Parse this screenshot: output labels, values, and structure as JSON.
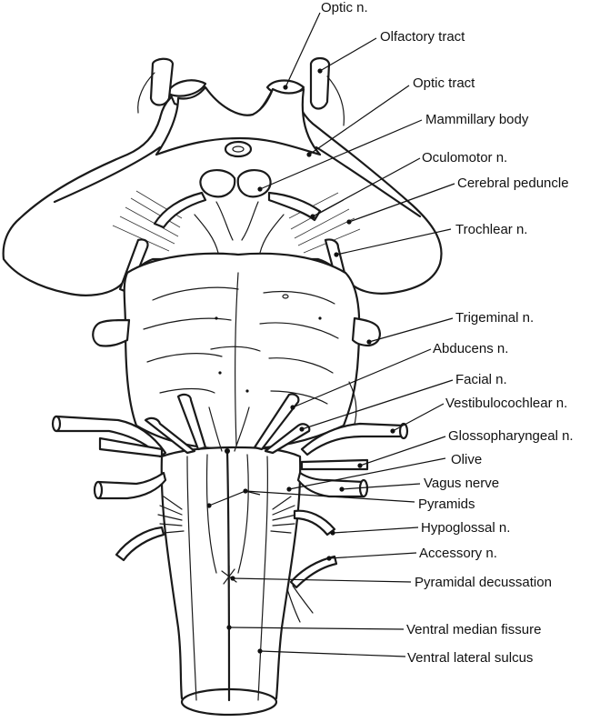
{
  "labels": {
    "optic_n": "Optic n.",
    "olfactory_tract": "Olfactory tract",
    "optic_tract": "Optic tract",
    "mammillary_body": "Mammillary body",
    "oculomotor_n": "Oculomotor n.",
    "cerebral_peduncle": "Cerebral peduncle",
    "trochlear_n": "Trochlear n.",
    "trigeminal_n": "Trigeminal n.",
    "abducens_n": "Abducens n.",
    "facial_n": "Facial n.",
    "vestibulocochlear_n": "Vestibulocochlear n.",
    "glossopharyngeal_n": "Glossopharyngeal n.",
    "olive": "Olive",
    "vagus_nerve": "Vagus nerve",
    "pyramids": "Pyramids",
    "hypoglossal_n": "Hypoglossal n.",
    "accessory_n": "Accessory n.",
    "pyramidal_decussation": "Pyramidal decussation",
    "ventral_median_fissure": "Ventral median fissure",
    "ventral_lateral_sulcus": "Ventral lateral sulcus"
  }
}
